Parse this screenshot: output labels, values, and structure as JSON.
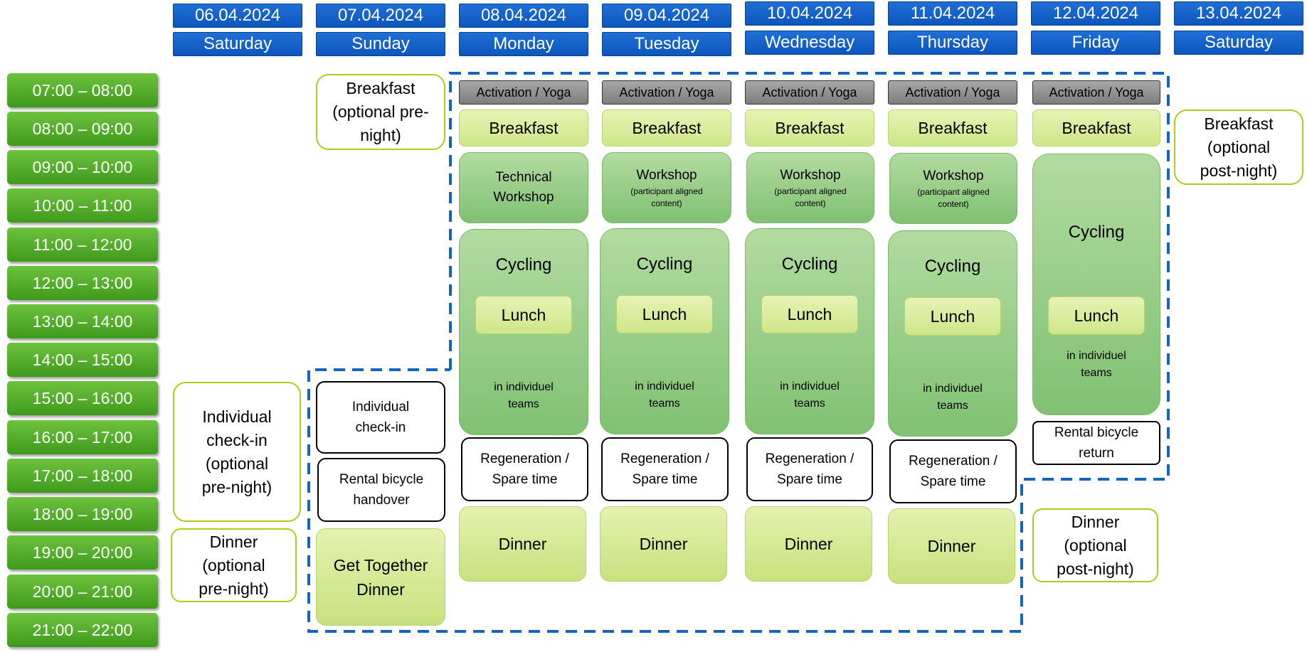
{
  "days": [
    {
      "date": "06.04.2024",
      "weekday": "Saturday"
    },
    {
      "date": "07.04.2024",
      "weekday": "Sunday"
    },
    {
      "date": "08.04.2024",
      "weekday": "Monday"
    },
    {
      "date": "09.04.2024",
      "weekday": "Tuesday"
    },
    {
      "date": "10.04.2024",
      "weekday": "Wednesday"
    },
    {
      "date": "11.04.2024",
      "weekday": "Thursday"
    },
    {
      "date": "12.04.2024",
      "weekday": "Friday"
    },
    {
      "date": "13.04.2024",
      "weekday": "Saturday"
    }
  ],
  "time_slots": [
    "07:00 – 08:00",
    "08:00 – 09:00",
    "09:00 – 10:00",
    "10:00 – 11:00",
    "11:00 – 12:00",
    "12:00 – 13:00",
    "13:00 – 14:00",
    "14:00 – 15:00",
    "15:00 – 16:00",
    "16:00 – 17:00",
    "17:00 – 18:00",
    "18:00 – 19:00",
    "19:00 – 20:00",
    "20:00 – 21:00",
    "21:00 – 22:00"
  ],
  "events": {
    "activation": "Activation / Yoga",
    "breakfast": "Breakfast",
    "breakfast_pre_line1": "Breakfast",
    "breakfast_pre_line2": "(optional pre-",
    "breakfast_pre_line3": "night)",
    "breakfast_post_line1": "Breakfast",
    "breakfast_post_line2": "(optional",
    "breakfast_post_line3": "post-night)",
    "technical_line1": "Technical",
    "technical_line2": "Workshop",
    "workshop": "Workshop",
    "workshop_sub_line1": "(participant aligned",
    "workshop_sub_line2": "content)",
    "cycling": "Cycling",
    "lunch": "Lunch",
    "teams_line1": "in individuel",
    "teams_line2": "teams",
    "regen_line1": "Regeneration /",
    "regen_line2": "Spare time",
    "dinner": "Dinner",
    "dinner_pre_line1": "Dinner",
    "dinner_pre_line2": "(optional",
    "dinner_pre_line3": "pre-night)",
    "dinner_post_line1": "Dinner",
    "dinner_post_line2": "(optional",
    "dinner_post_line3": "post-night)",
    "checkin_sat_line1": "Individual",
    "checkin_sat_line2": "check-in",
    "checkin_sat_line3": "(optional",
    "checkin_sat_line4": "pre-night)",
    "checkin_sun_line1": "Individual",
    "checkin_sun_line2": "check-in",
    "handover_line1": "Rental bicycle",
    "handover_line2": "handover",
    "return_line1": "Rental bicycle",
    "return_line2": "return",
    "gettogether_line1": "Get Together",
    "gettogether_line2": "Dinner"
  },
  "colors": {
    "header_blue": "#0d56bd",
    "time_green": "#3f9a1c",
    "frame_blue": "#1565c0",
    "lime": "#cfe68a",
    "green": "#80c173"
  }
}
